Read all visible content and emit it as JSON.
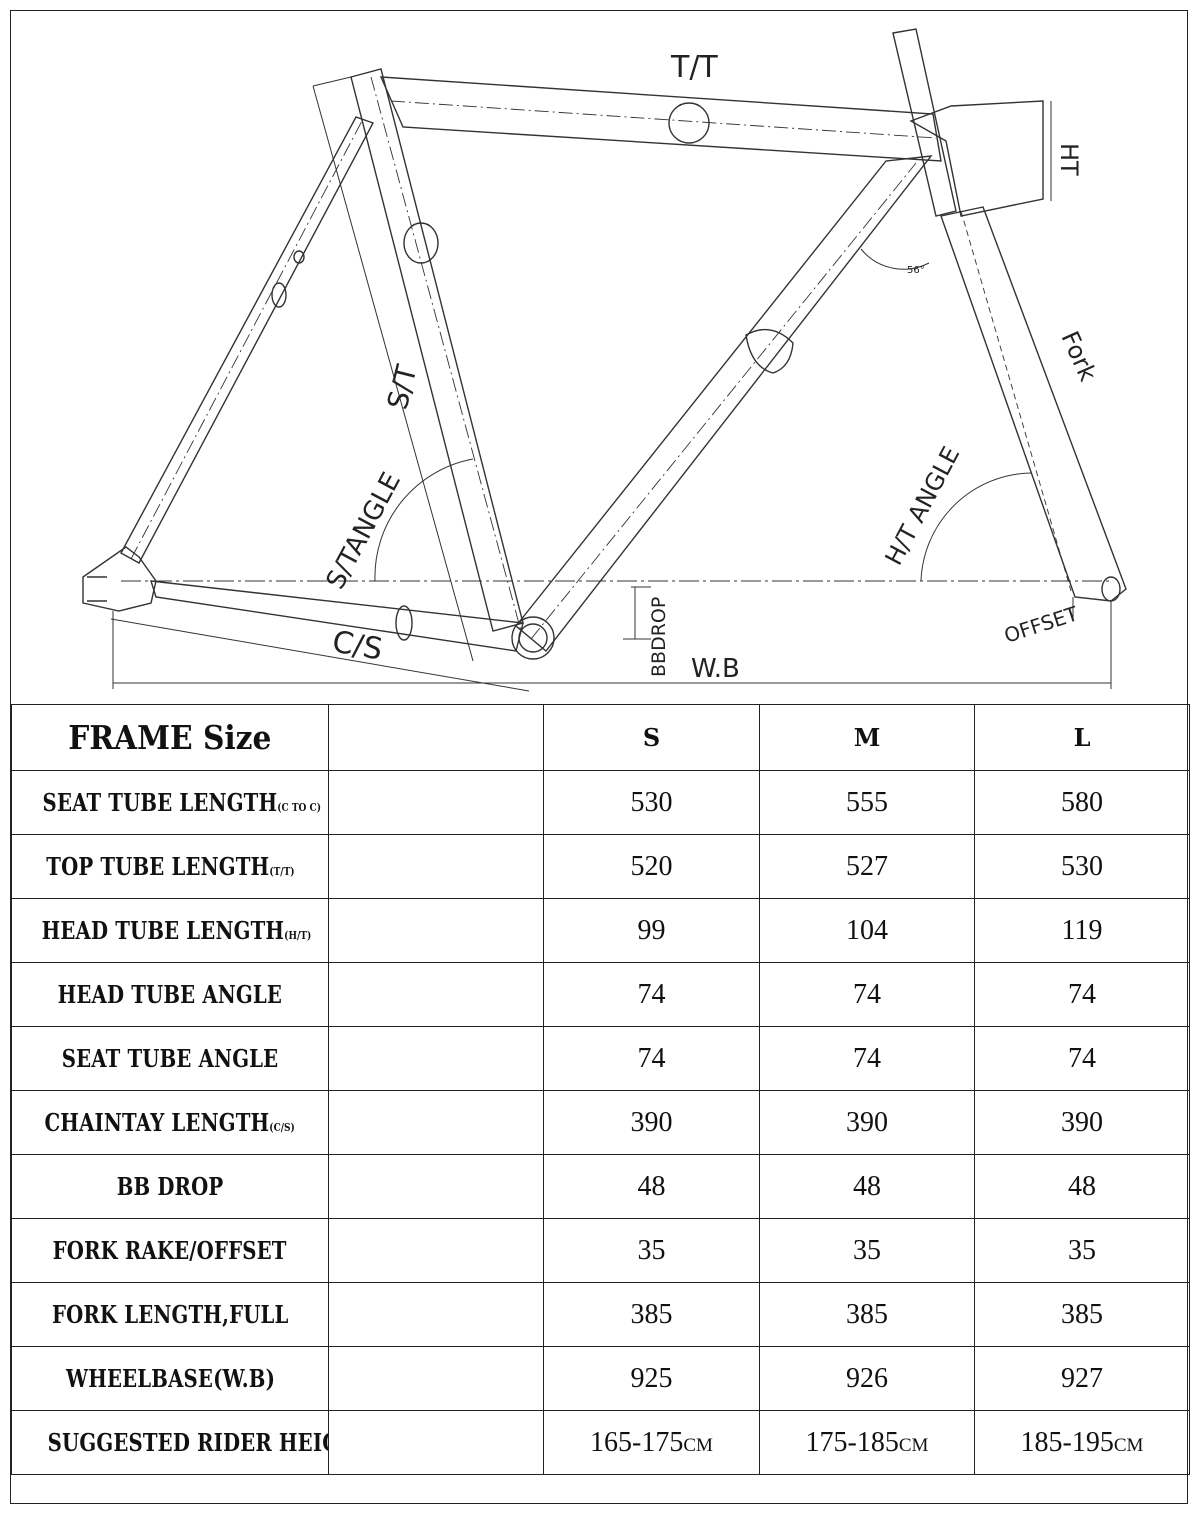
{
  "diagram": {
    "labels": {
      "top_tube": "T/T",
      "head_tube": "HT",
      "fork": "Fork",
      "seat_tube": "S/T",
      "seat_tube_angle": "S/TANGLE",
      "head_tube_angle": "H/T ANGLE",
      "angle_value": "56°",
      "chainstay": "C/S",
      "bb_drop": "BBDROP",
      "wheelbase": "W.B",
      "offset": "OFFSET"
    }
  },
  "table": {
    "title": "FRAME Size",
    "sizes": [
      "S",
      "M",
      "L"
    ],
    "rows": [
      {
        "label": "SEAT TUBE LENGTH",
        "sub": "(C TO C)",
        "values": [
          "530",
          "555",
          "580"
        ]
      },
      {
        "label": "TOP TUBE LENGTH",
        "sub": "(T/T)",
        "values": [
          "520",
          "527",
          "530"
        ]
      },
      {
        "label": "HEAD TUBE LENGTH",
        "sub": "(H/T)",
        "values": [
          "99",
          "104",
          "119"
        ]
      },
      {
        "label": "HEAD TUBE ANGLE",
        "sub": "",
        "values": [
          "74",
          "74",
          "74"
        ]
      },
      {
        "label": "SEAT TUBE ANGLE",
        "sub": "",
        "values": [
          "74",
          "74",
          "74"
        ]
      },
      {
        "label": "CHAINTAY LENGTH",
        "sub": "(C/S)",
        "values": [
          "390",
          "390",
          "390"
        ]
      },
      {
        "label": "BB DROP",
        "sub": "",
        "values": [
          "48",
          "48",
          "48"
        ]
      },
      {
        "label": "FORK RAKE/OFFSET",
        "sub": "",
        "values": [
          "35",
          "35",
          "35"
        ]
      },
      {
        "label": "FORK LENGTH,FULL",
        "sub": "",
        "values": [
          "385",
          "385",
          "385"
        ]
      },
      {
        "label": "WHEELBASE(W.B)",
        "sub": "",
        "values": [
          "925",
          "926",
          "927"
        ]
      },
      {
        "label": "SUGGESTED RIDER HEIGHT",
        "sub": "",
        "values": [
          "165-175",
          "175-185",
          "185-195"
        ],
        "unit": "CM"
      }
    ]
  }
}
